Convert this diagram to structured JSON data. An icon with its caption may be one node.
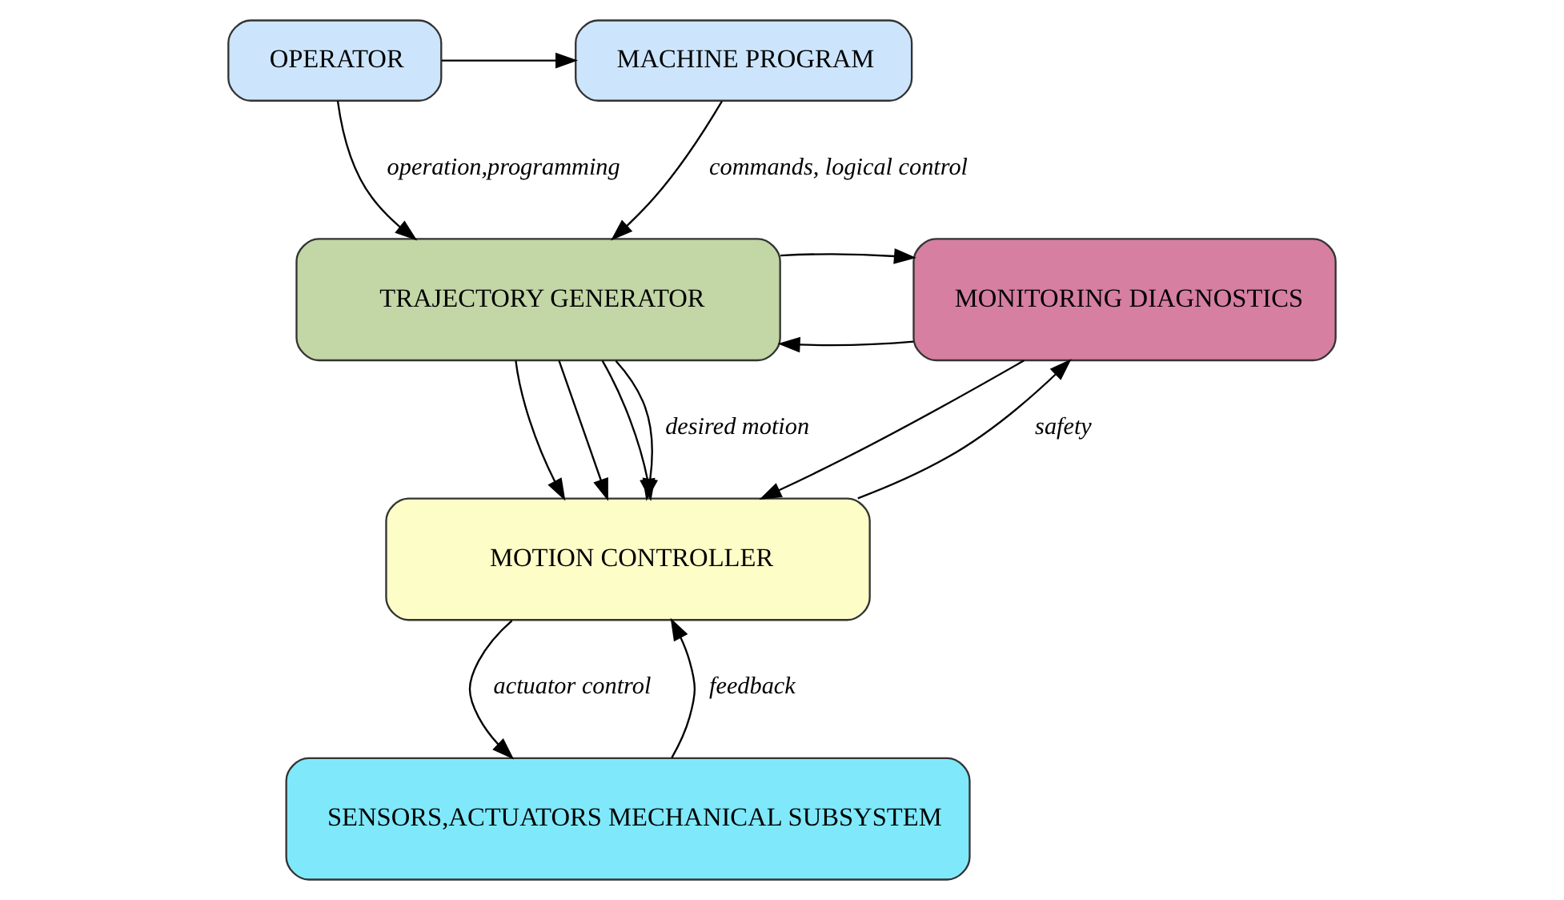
{
  "diagram": {
    "nodes": [
      {
        "text": [
          "OPERATOR"
        ]
      },
      {
        "text": [
          "MACHINE PROGRAM"
        ]
      },
      {
        "text": [
          "TRAJECTORY GENERATOR"
        ]
      },
      {
        "text": [
          "MONITORING DIAGNOSTICS"
        ]
      },
      {
        "text": [
          "MOTION CONTROLLER"
        ]
      },
      {
        "text": [
          "SENSORS,ACTUATORS MECHANICAL SUBSYSTEM"
        ]
      }
    ],
    "edges": [
      {
        "from": 0,
        "to": 1,
        "arrow": "to"
      },
      {
        "from": 0,
        "to": 2,
        "arrow": "to",
        "label": "operation,programming"
      },
      {
        "from": 1,
        "to": 2,
        "arrow": "to",
        "label": "commands, logical control"
      },
      {
        "from": 3,
        "to": 2,
        "arrow": "to"
      },
      {
        "from": 2,
        "to": 3,
        "arrow": "to"
      },
      {
        "from": 2,
        "to": 4,
        "arrow": "to"
      },
      {
        "from": 2,
        "to": 4,
        "arrow": "to"
      },
      {
        "from": 2,
        "to": 4,
        "arrow": "to"
      },
      {
        "from": 2,
        "to": 4,
        "arrow": "to",
        "label": "desired motion"
      },
      {
        "from": 3,
        "to": 4,
        "arrow": "to"
      },
      {
        "from": 4,
        "to": 3,
        "arrow": "to",
        "label": "safety"
      },
      {
        "from": 5,
        "to": 4,
        "arrow": "to",
        "label": "feedback"
      },
      {
        "from": 4,
        "to": 5,
        "arrow": "to",
        "label": "actuator control"
      }
    ]
  }
}
